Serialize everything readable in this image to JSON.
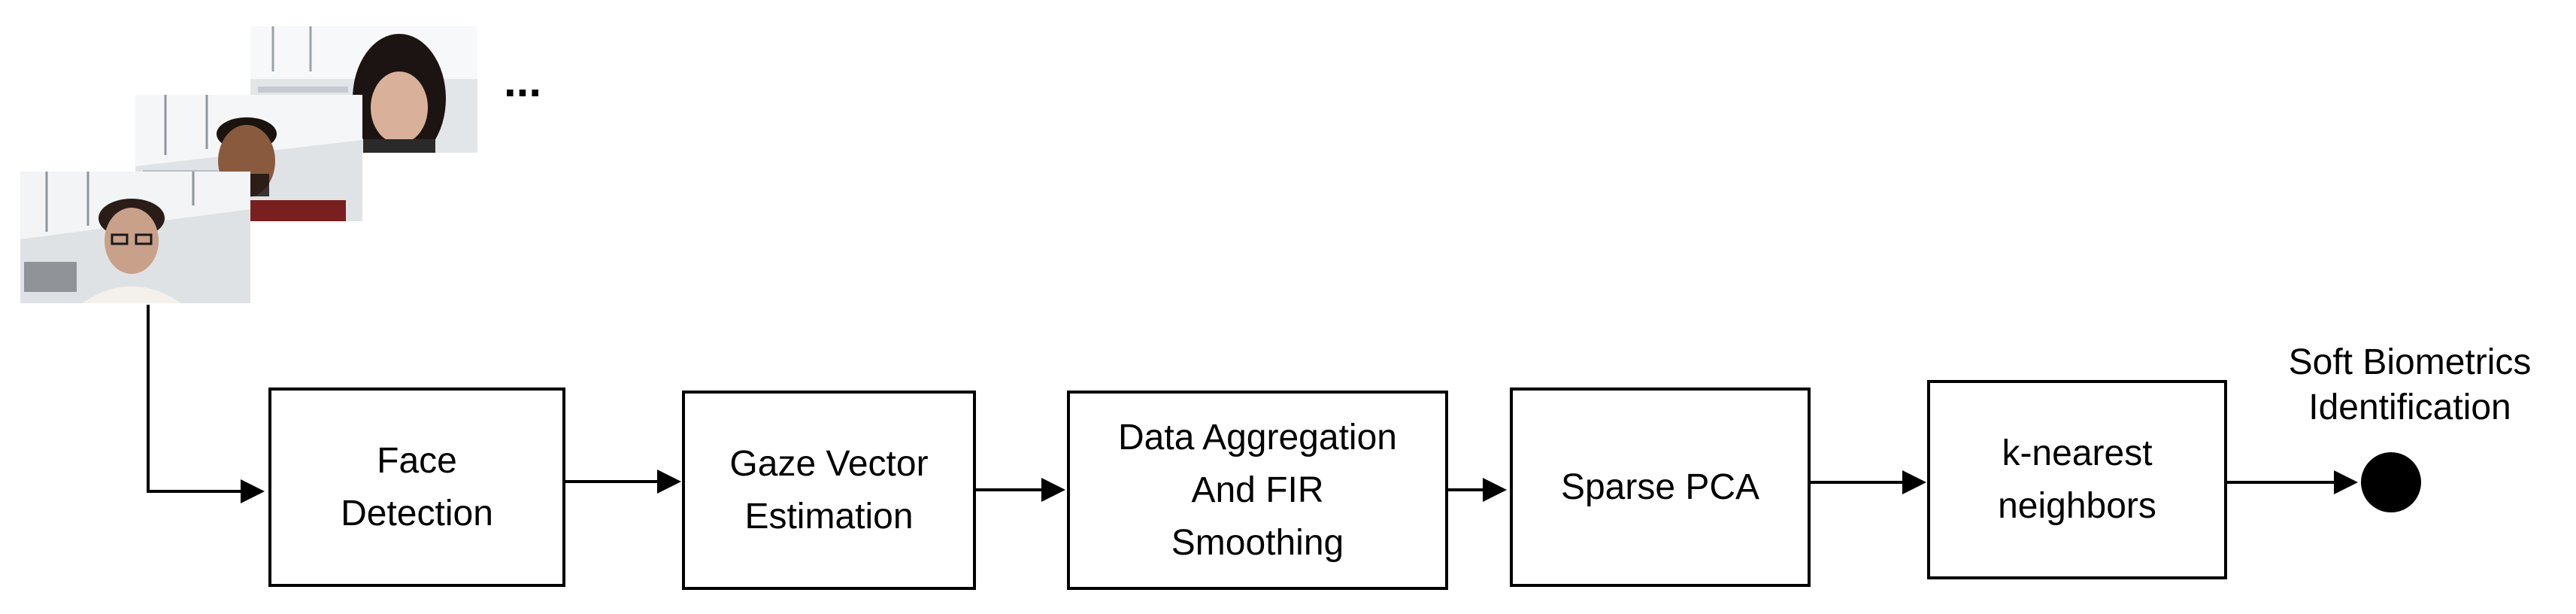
{
  "input": {
    "frames": [
      {
        "subject": "woman-long-dark-hair",
        "wall": "#e3e6e9",
        "ceiling": "#f7f8fa",
        "skin": "#d9b09a",
        "hair": "#1c1412",
        "shirt": "#2a2a2a"
      },
      {
        "subject": "man-dark-hair-beard",
        "wall": "#e0e3e6",
        "ceiling": "#f5f6f8",
        "skin": "#8a5a3e",
        "hair": "#1a1310",
        "shirt": "#7a1f1f"
      },
      {
        "subject": "man-with-glasses",
        "wall": "#dfe2e5",
        "ceiling": "#f2f4f6",
        "skin": "#c9a08a",
        "hair": "#2a1d18",
        "shirt": "#f4f1ec"
      }
    ],
    "ellipsis": "..."
  },
  "pipeline": [
    {
      "id": "face-detection",
      "label": "Face\nDetection"
    },
    {
      "id": "gaze-vector-estimation",
      "label": "Gaze Vector\nEstimation"
    },
    {
      "id": "data-aggregation",
      "label": "Data Aggregation\nAnd FIR\nSmoothing"
    },
    {
      "id": "sparse-pca",
      "label": "Sparse PCA"
    },
    {
      "id": "k-nearest-neighbors",
      "label": "k-nearest\nneighbors"
    }
  ],
  "output": {
    "label": "Soft Biometrics\nIdentification"
  },
  "colors": {
    "stroke": "#000000",
    "background": "#ffffff"
  }
}
